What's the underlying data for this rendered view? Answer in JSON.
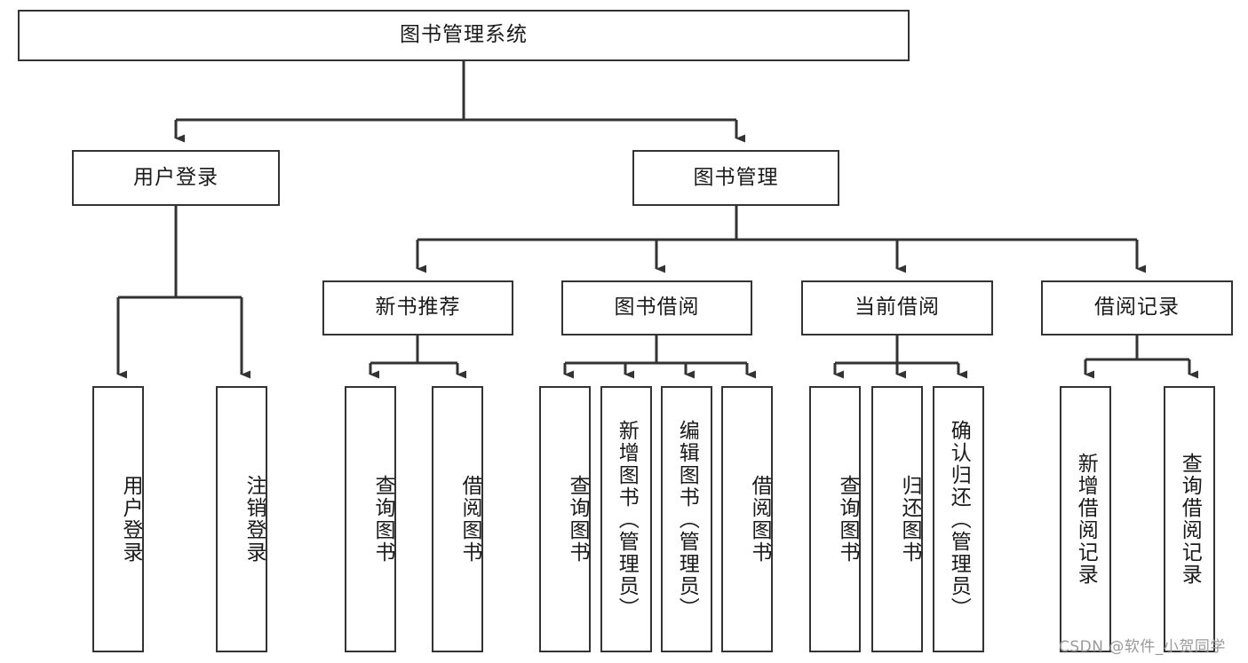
{
  "diagram": {
    "title": "图书管理系统",
    "type": "hierarchy-tree",
    "watermark": "CSDN @软件_小贺同学",
    "colors": {
      "box_border": "#333333",
      "box_fill": "#ffffff",
      "edge": "#333333",
      "text": "#1a1a1a",
      "watermark": "#9a9a9a"
    },
    "nodes": {
      "root": "图书管理系统",
      "level2": [
        "用户登录",
        "图书管理"
      ],
      "level3": [
        "新书推荐",
        "图书借阅",
        "当前借阅",
        "借阅记录"
      ],
      "leaves": {
        "user_login": [
          "用户登录",
          "注销登录"
        ],
        "new_book": [
          "查询图书",
          "借阅图书"
        ],
        "book_borrow": [
          "查询图书",
          "新增图书（管理员）",
          "编辑图书（管理员）",
          "借阅图书"
        ],
        "current_borrow": [
          "查询图书",
          "归还图书",
          "确认归还（管理员）"
        ],
        "borrow_record": [
          "新增借阅记录",
          "查询借阅记录"
        ]
      }
    }
  }
}
